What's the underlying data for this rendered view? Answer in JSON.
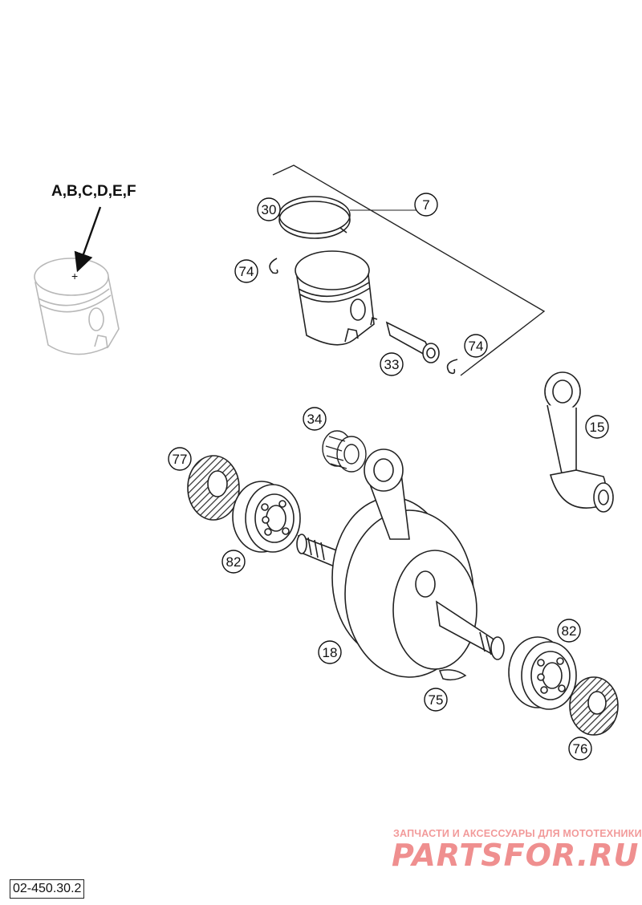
{
  "variants_label": "A,B,C,D,E,F",
  "parts": {
    "piston_assembly": "7",
    "piston_ring": "30",
    "circlip_left": "74",
    "circlip_right": "74",
    "piston_pin": "33",
    "needle_bearing": "34",
    "connecting_rod": "15",
    "shaft_seal_left": "77",
    "ball_bearing_left": "82",
    "ball_bearing_right": "82",
    "crankshaft": "18",
    "woodruff_key": "75",
    "shaft_seal_right": "76"
  },
  "watermark": {
    "tagline": "ЗАПЧАСТИ И АКСЕССУАРЫ ДЛЯ МОТОТЕХНИКИ",
    "brand": "PARTSFOR.RU"
  },
  "diagram_code": "02-450.30.2",
  "colors": {
    "line": "#222222",
    "faded": "#b8b8b8",
    "watermark": "#ef8f8f"
  }
}
